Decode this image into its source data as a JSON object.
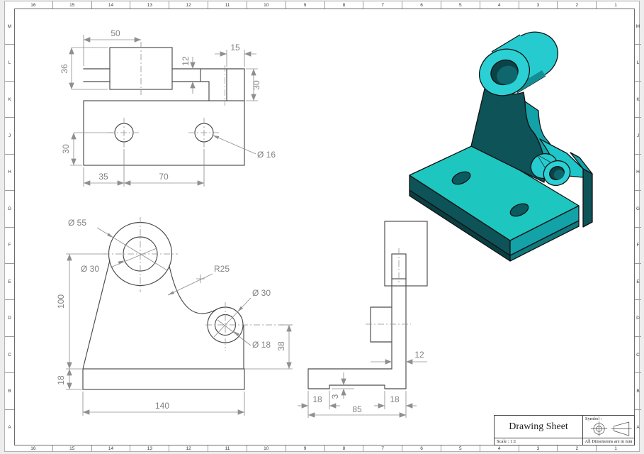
{
  "sheet": {
    "border": {
      "columns": [
        "16",
        "15",
        "14",
        "13",
        "12",
        "11",
        "10",
        "9",
        "8",
        "7",
        "6",
        "5",
        "4",
        "3",
        "2",
        "1"
      ],
      "rows": [
        "M",
        "L",
        "K",
        "J",
        "H",
        "G",
        "F",
        "E",
        "D",
        "C",
        "B",
        "A"
      ]
    },
    "title_block": {
      "title": "Drawing Sheet",
      "scale_label": "Scale : 1:1",
      "symbol_label": "Symbol :",
      "dimensions_note": "All Dimensions are in mm"
    }
  },
  "views": {
    "top_view": {
      "dims": {
        "hub_center_offset": "50",
        "hub_length": "36",
        "wall_thickness": "12",
        "flange_width": "15",
        "step_height": "30",
        "hole_row_offset": "30",
        "hole_x": "35",
        "hole_spacing": "70",
        "hole_diameter": "Ø 16"
      }
    },
    "front_view": {
      "dims": {
        "hub_outer_diameter": "Ø 55",
        "hub_bore_diameter": "Ø 30",
        "fillet_radius": "R25",
        "boss_outer_diameter": "Ø 30",
        "boss_bore_diameter": "Ø 18",
        "overall_height": "100",
        "base_thickness": "18",
        "base_width": "140",
        "boss_center_height": "38"
      }
    },
    "side_view": {
      "dims": {
        "wall_thickness": "12",
        "foot_left": "18",
        "recess_depth": "3",
        "base_depth": "85",
        "foot_right": "18"
      }
    }
  },
  "iso_view": {
    "part_colors": {
      "bright_face": "#1ec6c0",
      "cylinder_face": "#26cbd0",
      "medium_face": "#12a2a8",
      "dark_face": "#0d5357",
      "bore_shadow": "#0b4348"
    }
  }
}
